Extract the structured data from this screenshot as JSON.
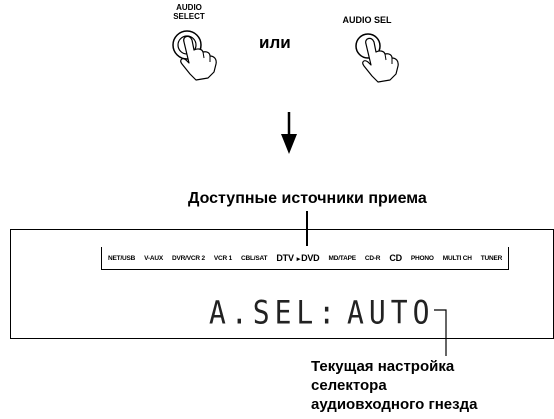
{
  "buttons": {
    "left_label_line1": "AUDIO",
    "left_label_line2": "SELECT",
    "or_text": "или",
    "right_label": "AUDIO SEL"
  },
  "heading": "Доступные источники приема",
  "sources": [
    "NET/USB",
    "V-AUX",
    "DVR/VCR 2",
    "VCR 1",
    "CBL/SAT",
    "DTV",
    "DVD",
    "MD/TAPE",
    "CD-R",
    "CD",
    "PHONO",
    "MULTI CH",
    "TUNER"
  ],
  "display": {
    "label": "A.SEL:",
    "value": "AUTO"
  },
  "caption": {
    "line1": "Текущая настройка",
    "line2": "селектора",
    "line3": "аудиовходного гнезда"
  }
}
